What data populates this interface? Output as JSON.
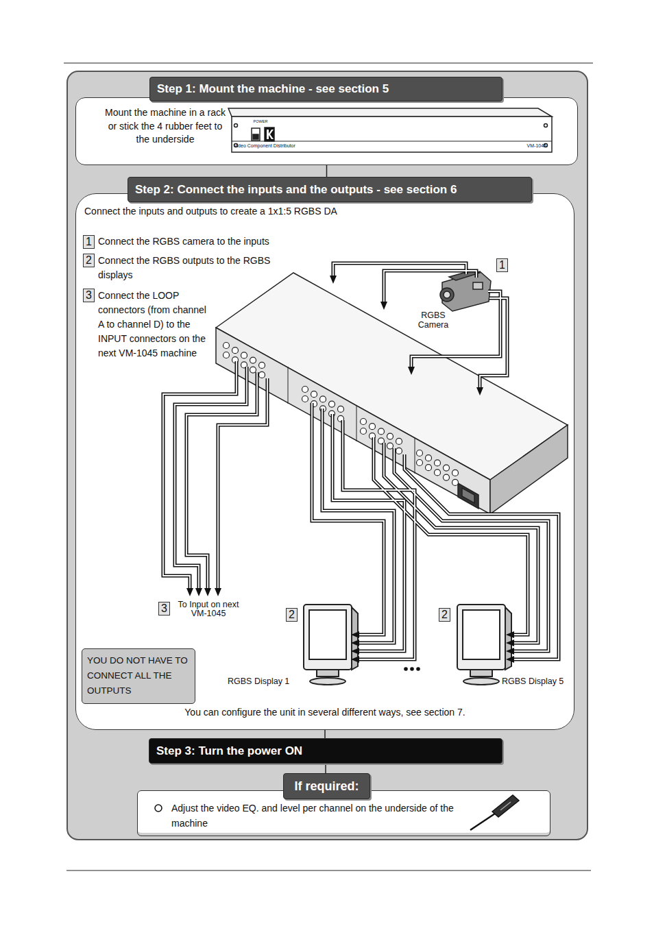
{
  "diagram": {
    "nodes": [
      {
        "text": [
          "Step 1: Mount the machine - see section 5"
        ]
      },
      {
        "text": [
          "Mount the machine in a rack or stick the 4 rubber feet to the underside"
        ]
      },
      {
        "text": [
          "Step 2: Connect the inputs and the outputs - see section 6"
        ]
      },
      {
        "text": [
          "Connect the inputs and outputs to create a 1x1:5 RGBS DA",
          "You can configure the unit in several different ways, see section 7."
        ]
      },
      {
        "text": [
          "YOU DO NOT HAVE TO CONNECT ALL THE OUTPUTS"
        ],
        "in": 3
      },
      {
        "text": [
          "Step 3: Turn the power ON"
        ]
      },
      {
        "text": [
          "If required:"
        ]
      },
      {
        "text": [
          "Adjust the video EQ. and level per channel on the underside of the machine"
        ]
      }
    ],
    "edges": [
      {
        "from": 1,
        "to": 2,
        "arrow": "none"
      },
      {
        "from": 3,
        "to": 5,
        "arrow": "none"
      },
      {
        "from": 5,
        "to": 6,
        "arrow": "none"
      }
    ],
    "labels": [
      "POWER",
      "Video Component Distributor",
      "VM-1045",
      "1",
      "Connect the RGBS camera to the inputs",
      "2",
      "Connect the RGBS outputs to the RGBS displays",
      "3",
      "Connect the LOOP connectors (from channel A to channel D) to the INPUT connectors on the next VM-1045 machine",
      "1",
      "RGBS Camera",
      "3",
      "To Input on next VM-1045",
      "2",
      "RGBS Display 1",
      "2",
      "RGBS Display 5"
    ]
  }
}
